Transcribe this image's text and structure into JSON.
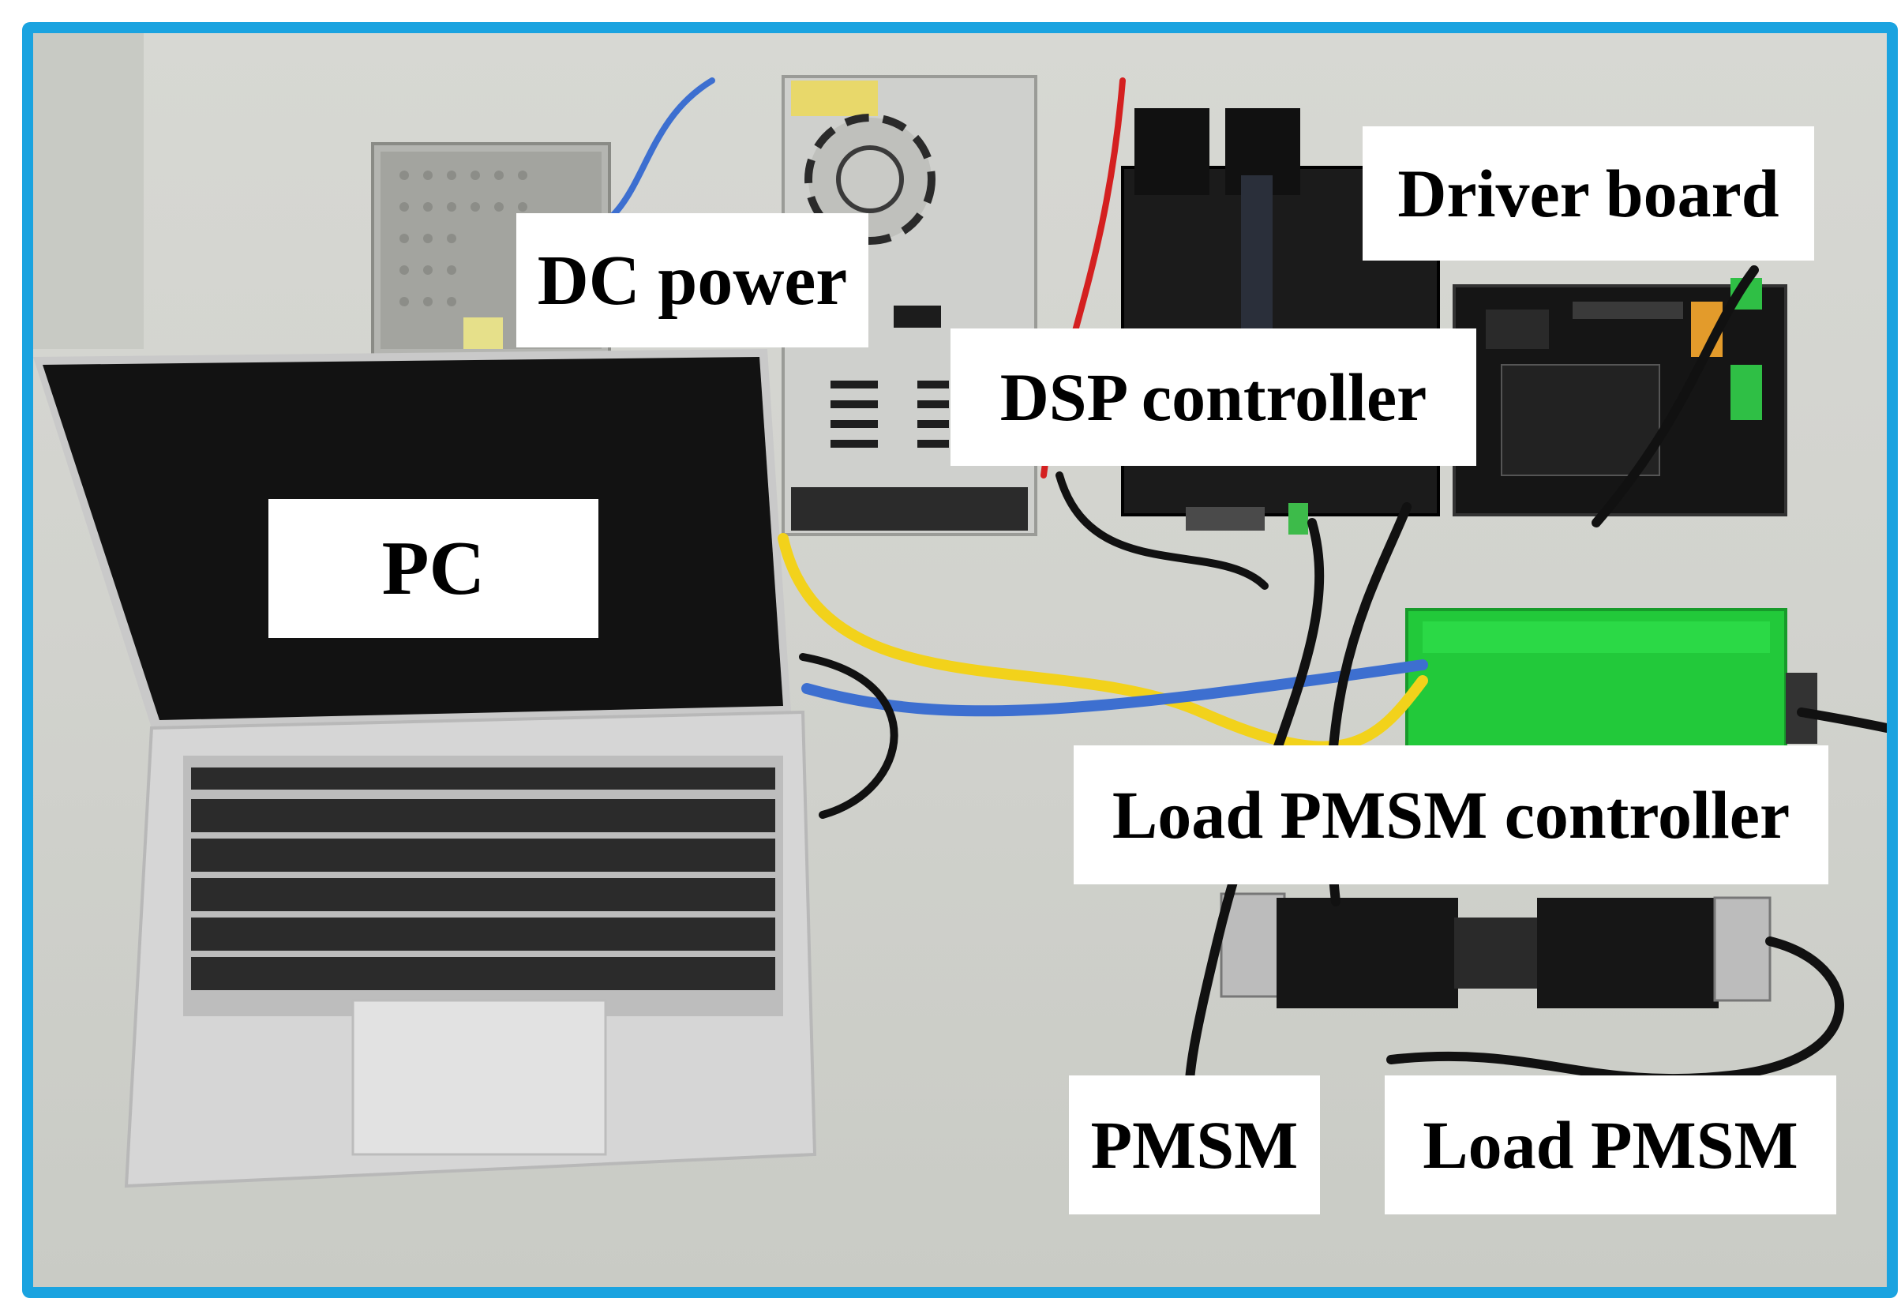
{
  "labels": {
    "dc_power": "DC power",
    "dsp_controller": "DSP controller",
    "driver_board": "Driver board",
    "pc": "PC",
    "load_pmsm_controller": "Load PMSM controller",
    "pmsm": "PMSM",
    "load_pmsm": "Load PMSM"
  },
  "colors": {
    "frame_border": "#1aa3e0",
    "table_surface": "#d4d5d0",
    "green_controller": "#22c93a",
    "yellow_cable": "#f2d21b",
    "blue_cable": "#3d6fd0",
    "red_wire": "#d42020"
  }
}
